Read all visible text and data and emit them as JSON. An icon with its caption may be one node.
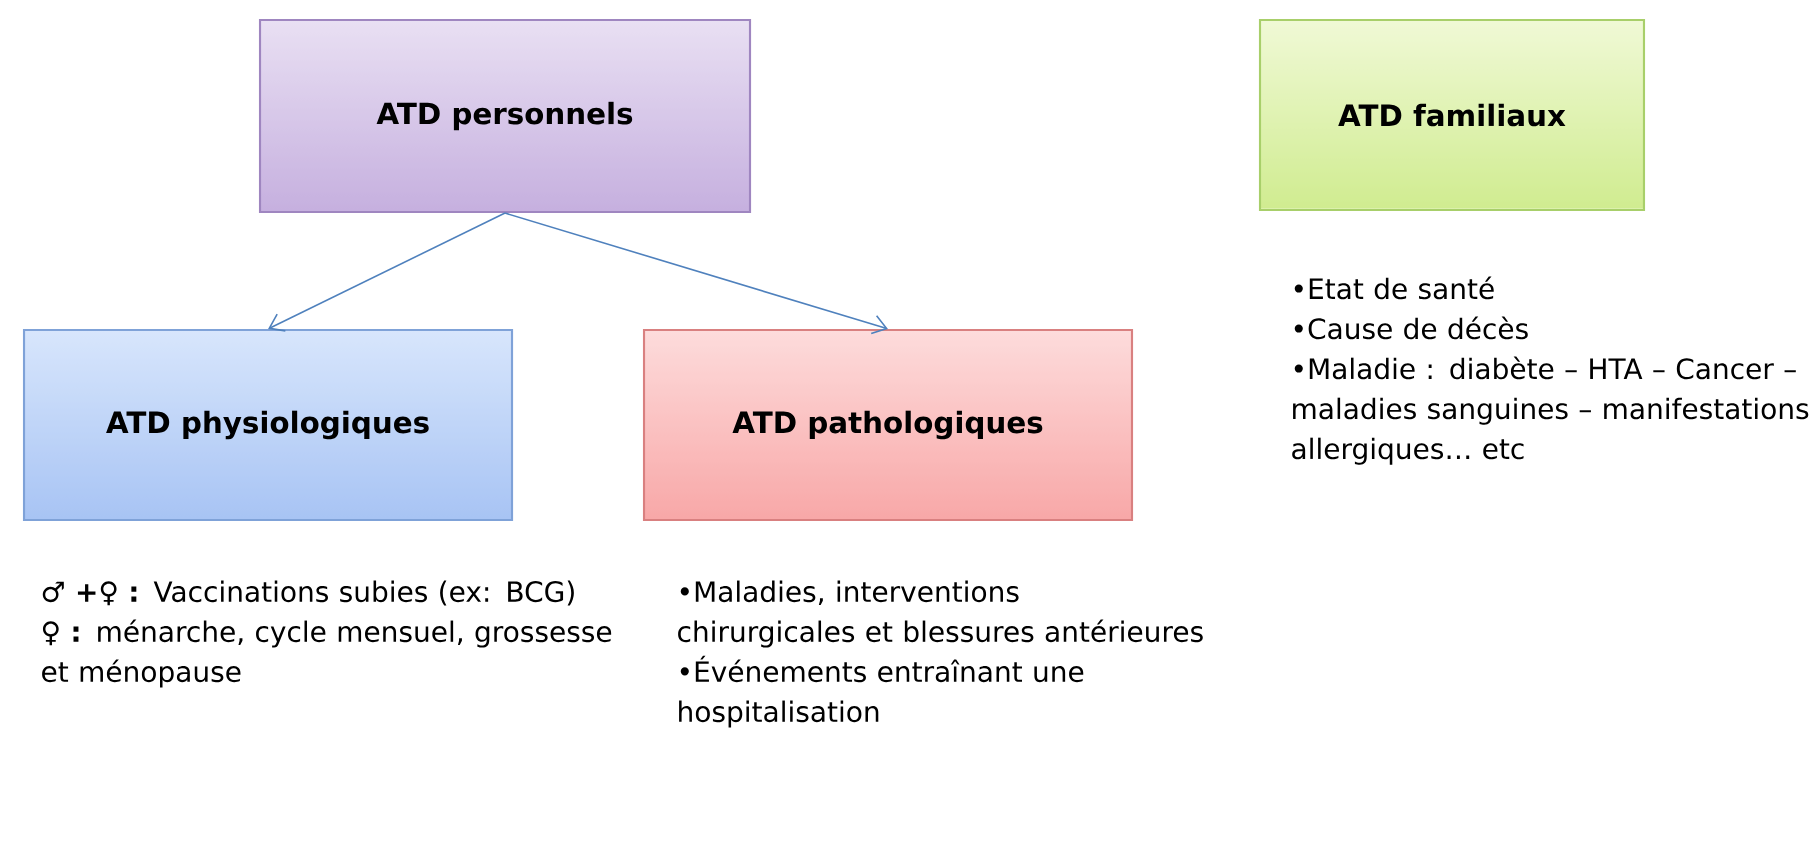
{
  "diagram": {
    "nodes": [
      {
        "text": [
          "ATD personnels"
        ]
      },
      {
        "text": [
          "ATD familiaux"
        ],
        "beside": [
          "•Etat de santé",
          "•Cause de décès",
          "•Maladie : diabète – HTA – Cancer – maladies sanguines – manifestations allergiques… etc"
        ]
      },
      {
        "text": [
          "ATD physiologiques"
        ],
        "beside": [
          "**♂ +♀ :** Vaccinations subies (ex: BCG)",
          "**♀ :** ménarche, cycle mensuel, grossesse et ménopause"
        ]
      },
      {
        "text": [
          "ATD pathologiques"
        ],
        "beside": [
          "•Maladies, interventions chirurgicales et blessures antérieures",
          "•Événements entraînant une hospitalisation"
        ]
      }
    ],
    "edges": [
      {
        "from": 0,
        "to": 2,
        "arrow": "to"
      },
      {
        "from": 0,
        "to": 3,
        "arrow": "to"
      }
    ]
  }
}
